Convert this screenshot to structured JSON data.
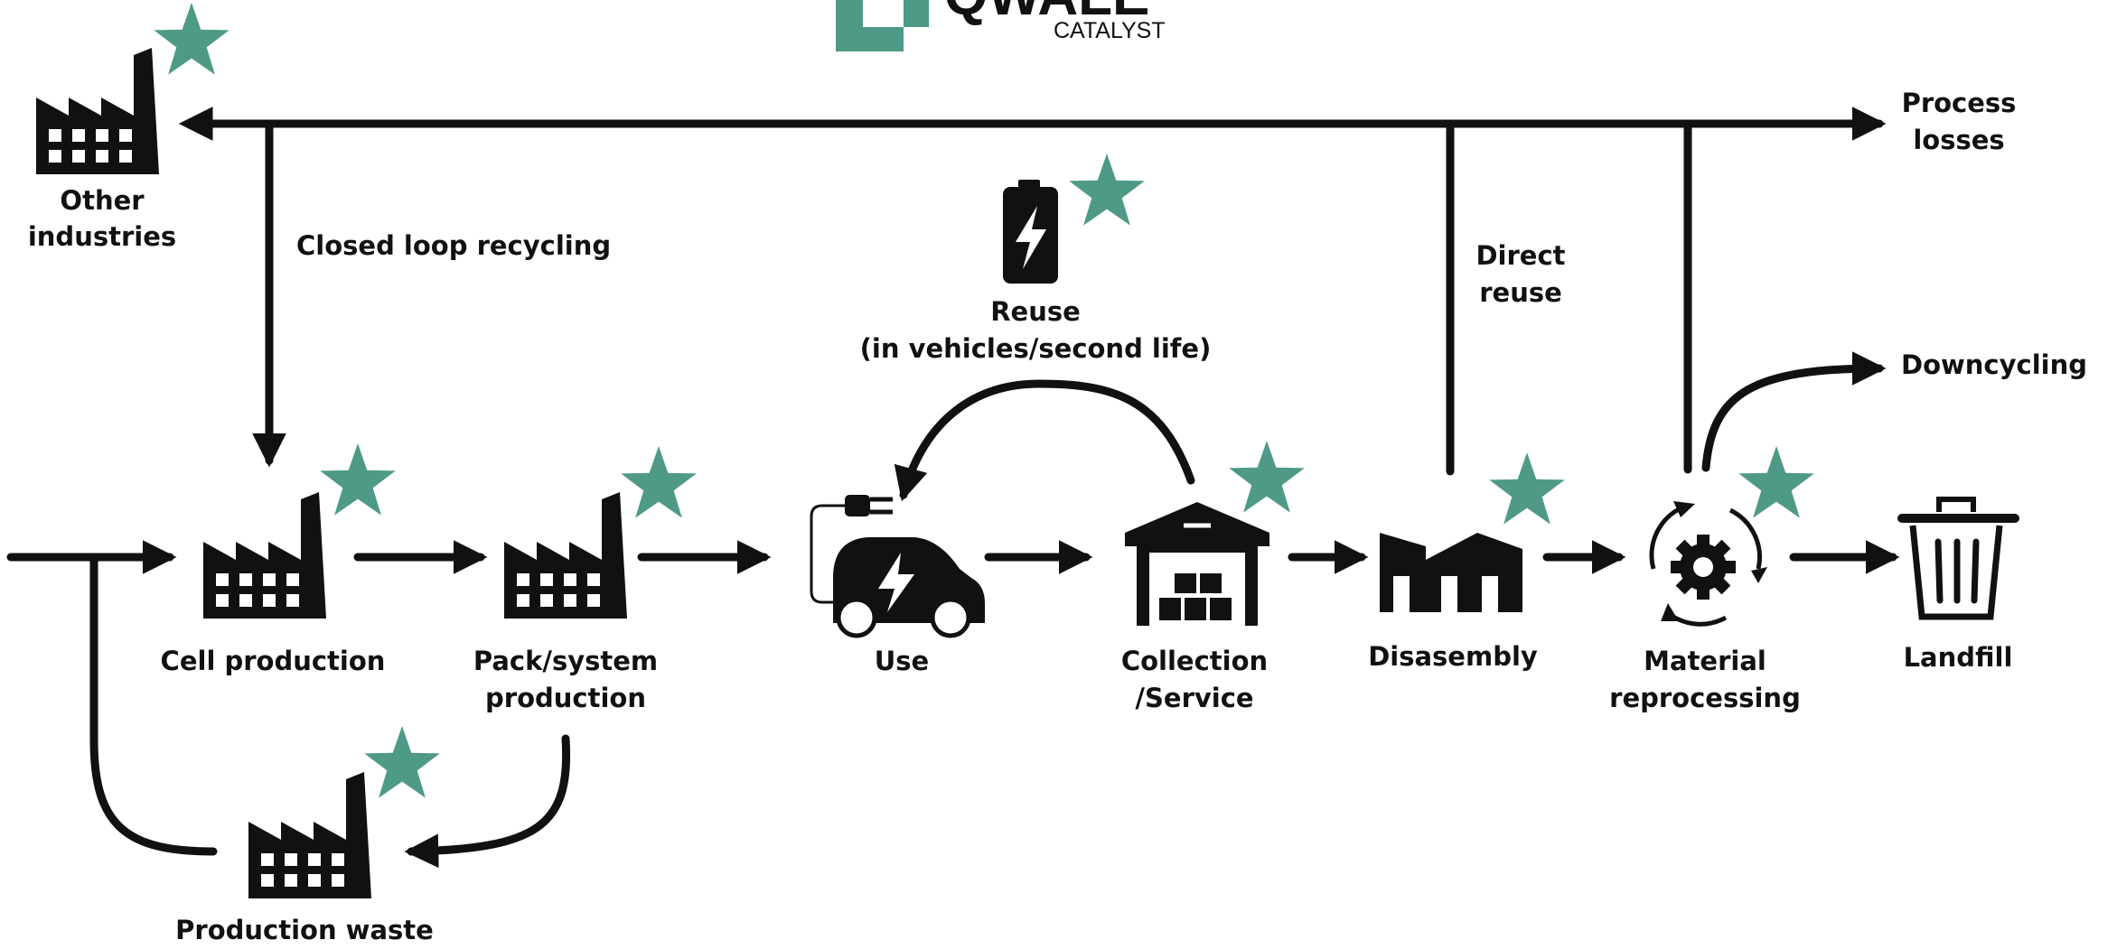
{
  "logo": {
    "brand": "QWALE",
    "subtitle": "CATALYST",
    "accent": "#4f9a86"
  },
  "colors": {
    "star": "#4f9a86",
    "ink": "#111111",
    "logo_mark": "#4f9a86"
  },
  "nodes": {
    "other_industries": {
      "line1": "Other",
      "line2": "industries",
      "icon": "factory-icon"
    },
    "cell_production": {
      "label": "Cell production",
      "icon": "factory-icon"
    },
    "pack_production": {
      "line1": "Pack/system",
      "line2": "production",
      "icon": "factory-icon"
    },
    "use": {
      "label": "Use",
      "icon": "electric-car-icon"
    },
    "collection": {
      "line1": "Collection",
      "line2": "/Service",
      "icon": "warehouse-icon"
    },
    "disassembly": {
      "label": "Disasembly",
      "icon": "workshop-icon"
    },
    "material_reprocessing": {
      "line1": "Material",
      "line2": "reprocessing",
      "icon": "recycle-gear-icon"
    },
    "landfill": {
      "label": "Landfill",
      "icon": "trash-can-icon"
    },
    "production_waste": {
      "label": "Production waste",
      "icon": "factory-icon"
    },
    "reuse": {
      "line1": "Reuse",
      "line2": "(in vehicles/second life)",
      "icon": "battery-icon"
    }
  },
  "flows": {
    "closed_loop": "Closed loop recycling",
    "direct_reuse_1": "Direct",
    "direct_reuse_2": "reuse",
    "process_losses_1": "Process",
    "process_losses_2": "losses",
    "downcycling": "Downcycling"
  }
}
